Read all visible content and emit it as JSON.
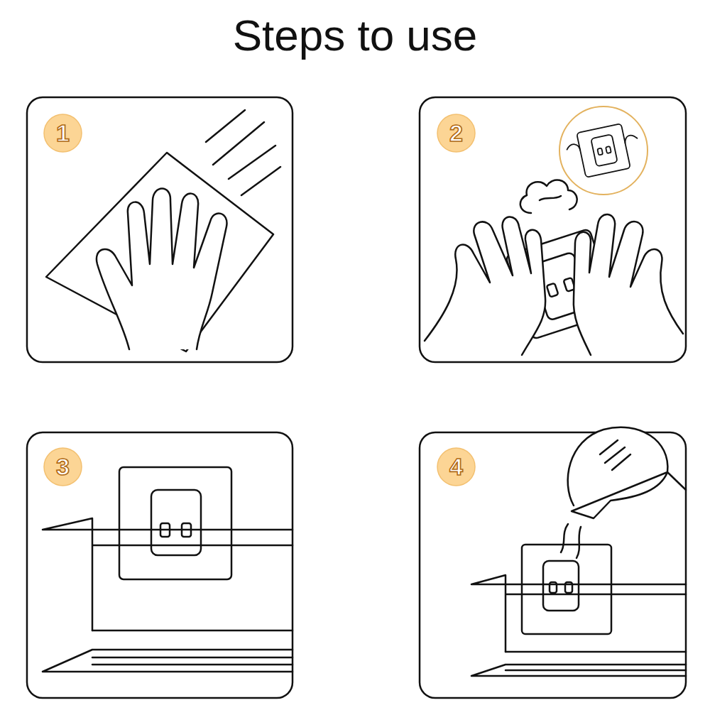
{
  "diagram": {
    "title": "Steps to use",
    "nodes": [
      {
        "text": [
          "1"
        ]
      },
      {
        "text": [
          "2"
        ]
      },
      {
        "text": [
          "3"
        ]
      },
      {
        "text": [
          "4"
        ]
      }
    ]
  }
}
